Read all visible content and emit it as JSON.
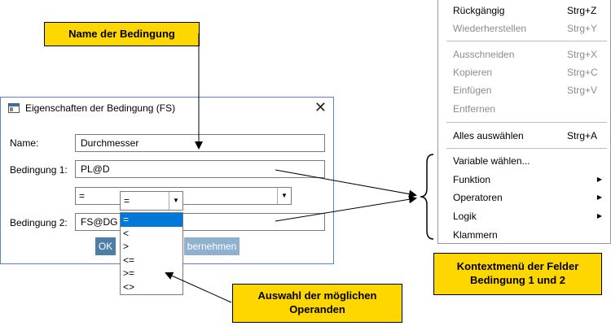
{
  "callouts": {
    "name": "Name der Bedingung",
    "context_line1": "Kontextmenü der Felder",
    "context_line2": "Bedingung 1 und 2",
    "operands_line1": "Auswahl der möglichen",
    "operands_line2": "Operanden"
  },
  "dialog": {
    "title": "Eigenschaften der Bedingung (FS)",
    "name_label": "Name:",
    "name_value": "Durchmesser",
    "cond1_label": "Bedingung 1:",
    "cond1_value": "PL@D",
    "operator_value": "=",
    "cond2_label": "Bedingung 2:",
    "cond2_value": "FS@DG",
    "ok_label": "OK",
    "apply_label_partial": "bernehmen"
  },
  "operator_dropdown": {
    "selected": "=",
    "options": [
      "=",
      "<",
      ">",
      "<=",
      ">=",
      "<>"
    ]
  },
  "context_menu": {
    "items": [
      {
        "label": "Rückgängig",
        "shortcut": "Strg+Z"
      },
      {
        "label": "Wiederherstellen",
        "shortcut": "Strg+Y"
      },
      {
        "label": "Ausschneiden",
        "shortcut": "Strg+X"
      },
      {
        "label": "Kopieren",
        "shortcut": "Strg+C"
      },
      {
        "label": "Einfügen",
        "shortcut": "Strg+V"
      },
      {
        "label": "Entfernen",
        "shortcut": ""
      },
      {
        "label": "Alles auswählen",
        "shortcut": "Strg+A"
      },
      {
        "label": "Variable wählen...",
        "shortcut": ""
      },
      {
        "label": "Funktion",
        "shortcut": ""
      },
      {
        "label": "Operatoren",
        "shortcut": ""
      },
      {
        "label": "Logik",
        "shortcut": ""
      },
      {
        "label": "Klammern",
        "shortcut": ""
      }
    ]
  },
  "colors": {
    "callout": "#ffd700",
    "selection": "#0078d7",
    "button": "#4e7ea6"
  }
}
